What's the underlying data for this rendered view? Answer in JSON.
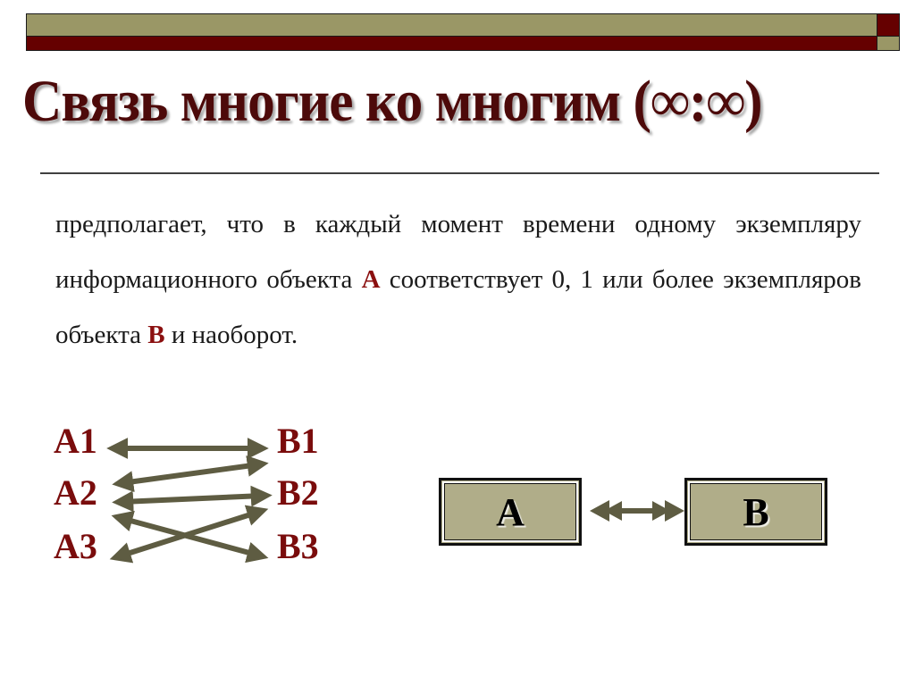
{
  "slide": {
    "title": "Связь многие ко многим (∞:∞)",
    "paragraph": {
      "part1": "предполагает, что в каждый момент времени одному экземпляру информационного объекта ",
      "highlight_a": "А",
      "part2": " соответствует 0, 1 или более экземпляров объекта ",
      "highlight_b": "В",
      "part3": " и наоборот."
    },
    "mapping": {
      "left_labels": [
        "А1",
        "А2",
        "А3"
      ],
      "right_labels": [
        "В1",
        "В2",
        "В3"
      ],
      "links": [
        {
          "from": "А1",
          "to": "В1"
        },
        {
          "from": "А2",
          "to": "В1"
        },
        {
          "from": "А2",
          "to": "В2"
        },
        {
          "from": "А3",
          "to": "В2"
        },
        {
          "from": "А2",
          "to": "В3"
        }
      ]
    },
    "entities": {
      "left": "А",
      "right": "В",
      "relation_icon": "double-headed-double-arrow"
    }
  },
  "colors": {
    "olive": "#9a9766",
    "dark_red": "#650000",
    "title": "#4d0a0a",
    "highlight": "#8b0f0f",
    "label": "#7a0c0c",
    "arrow": "#5e5c42",
    "entity_fill": "#b0ad89"
  }
}
